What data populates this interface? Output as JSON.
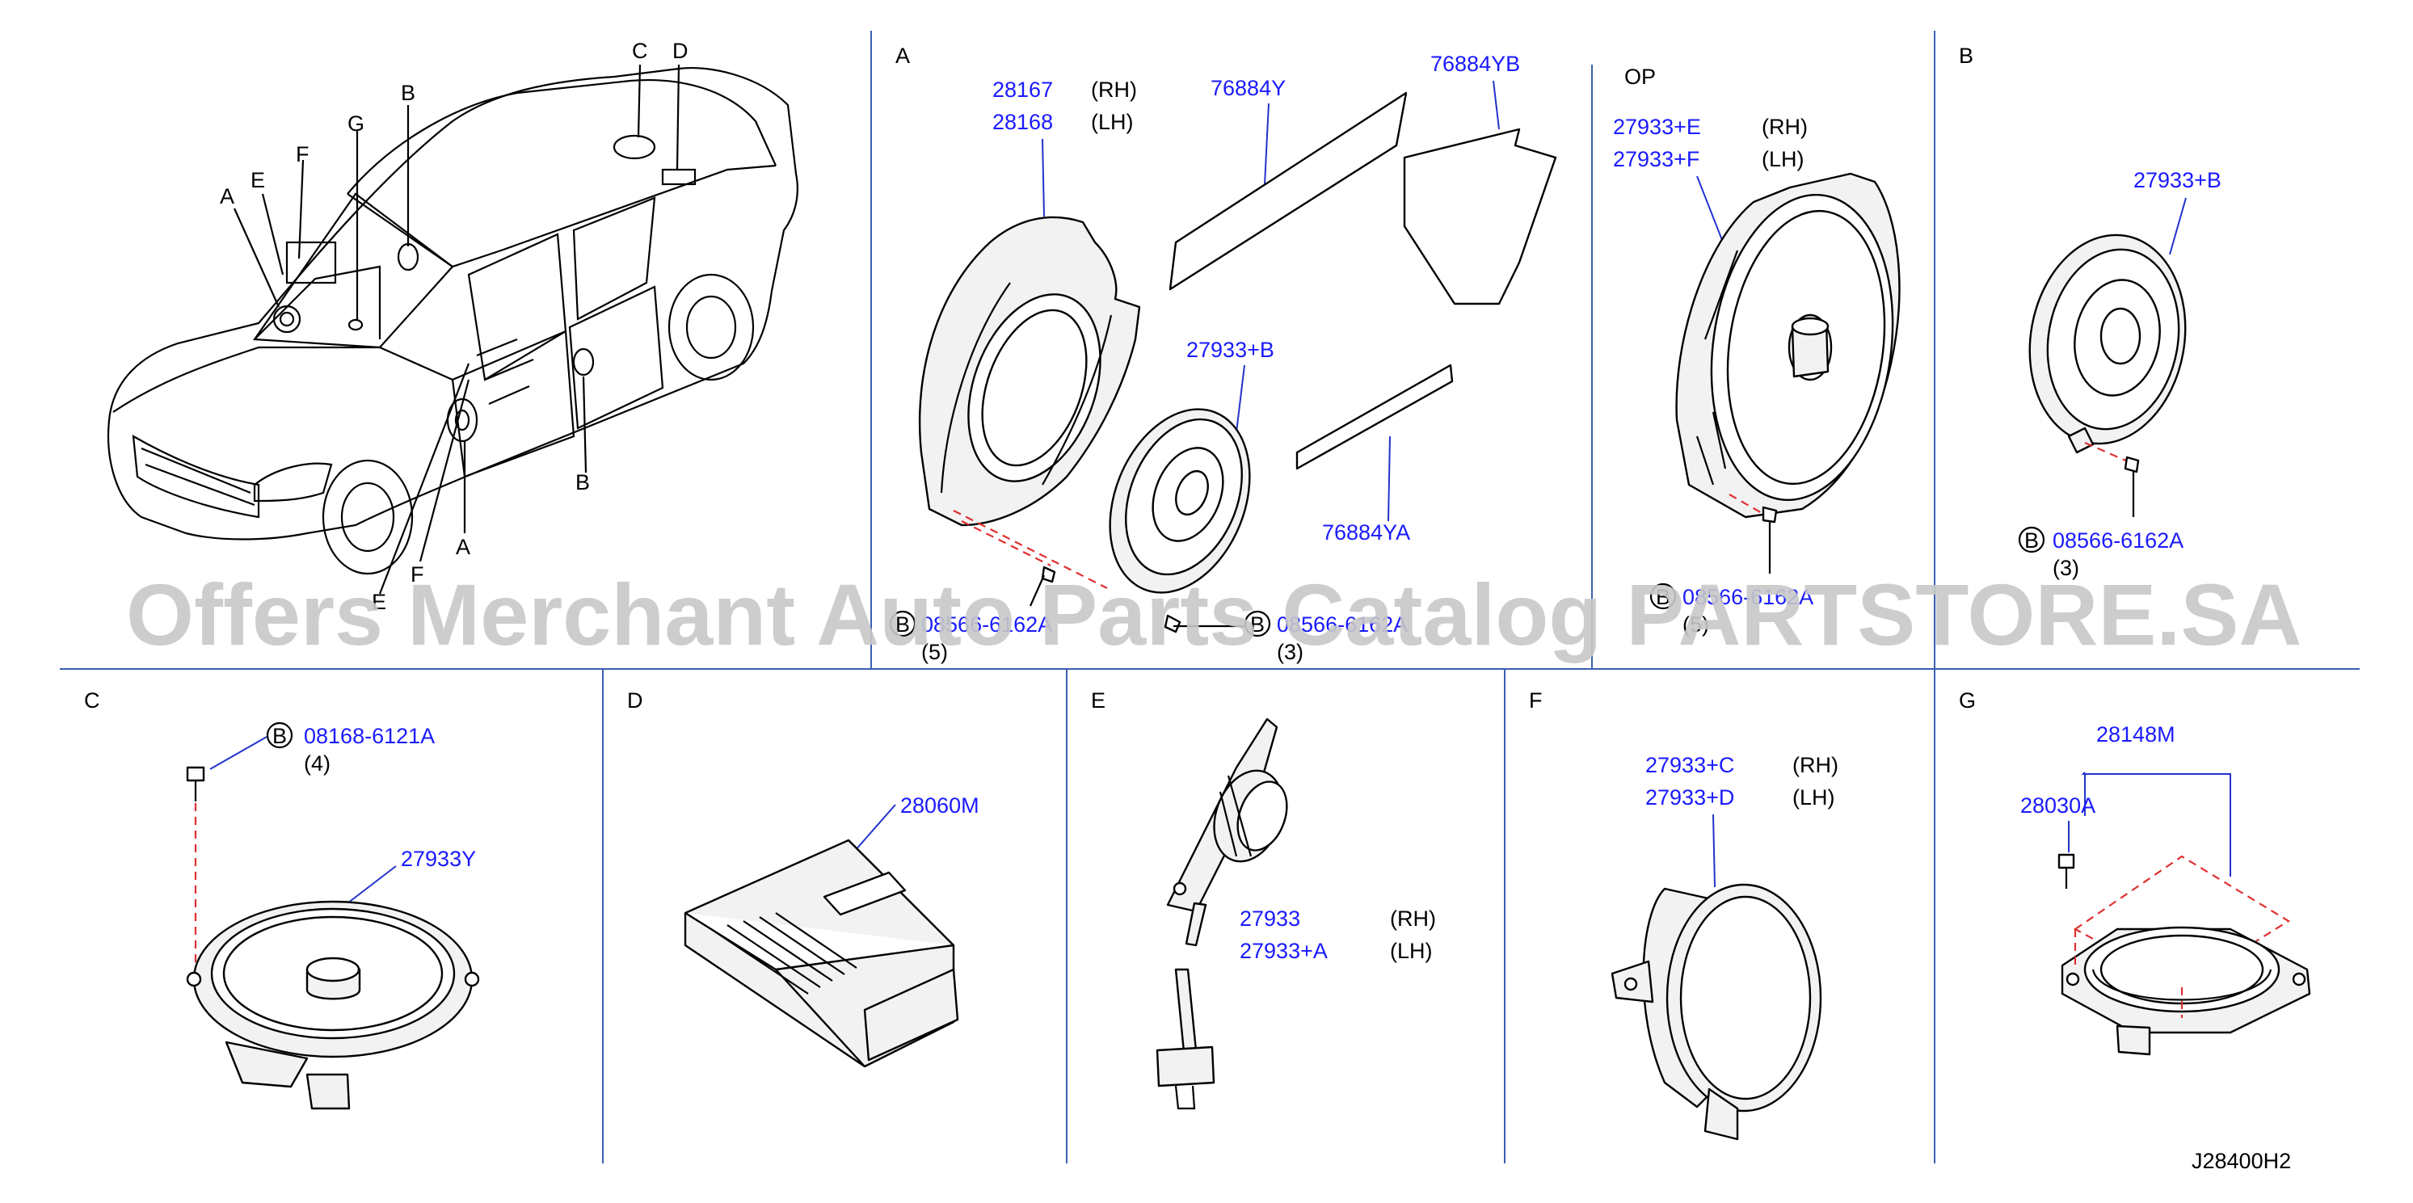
{
  "sections": {
    "A": "A",
    "OP": "OP",
    "B": "B",
    "C": "C",
    "D": "D",
    "E": "E",
    "F": "F",
    "G": "G"
  },
  "car_callouts": [
    "C",
    "D",
    "G",
    "B",
    "A",
    "E",
    "F",
    "E",
    "F",
    "A",
    "B"
  ],
  "section_A": {
    "p1_no": "28167",
    "p1_side": "(RH)",
    "p2_no": "28168",
    "p2_side": "(LH)",
    "p3_no": "76884Y",
    "p4_no": "76884YB",
    "p5_no": "76884YA",
    "p6_no": "27933+B",
    "b1_mark": "B",
    "b1_no": "08566-6162A",
    "b1_qty": "(5)",
    "b2_mark": "B",
    "b2_no": "08566-6162A",
    "b2_qty": "(3)"
  },
  "section_OP": {
    "p1_no": "27933+E",
    "p1_side": "(RH)",
    "p2_no": "27933+F",
    "p2_side": "(LH)",
    "b_mark": "B",
    "b_no": "08566-6162A",
    "b_qty": "(5)"
  },
  "section_B": {
    "p1_no": "27933+B",
    "b_mark": "B",
    "b_no": "08566-6162A",
    "b_qty": "(3)"
  },
  "section_C": {
    "b_mark": "B",
    "b_no": "08168-6121A",
    "b_qty": "(4)",
    "p1_no": "27933Y"
  },
  "section_D": {
    "p1_no": "28060M"
  },
  "section_E": {
    "p1_no": "27933",
    "p1_side": "(RH)",
    "p2_no": "27933+A",
    "p2_side": "(LH)"
  },
  "section_F": {
    "p1_no": "27933+C",
    "p1_side": "(RH)",
    "p2_no": "27933+D",
    "p2_side": "(LH)"
  },
  "section_G": {
    "p1_no": "28148M",
    "p2_no": "28030A"
  },
  "diagram_code": "J28400H2",
  "watermark": "Offers Merchant Auto Parts Catalog PARTSTORE.SA",
  "colors": {
    "part_number": "#1a1aff",
    "divider": "#3a5fb0",
    "hidden_line": "#e03030",
    "watermark": "#c8c8c8"
  }
}
